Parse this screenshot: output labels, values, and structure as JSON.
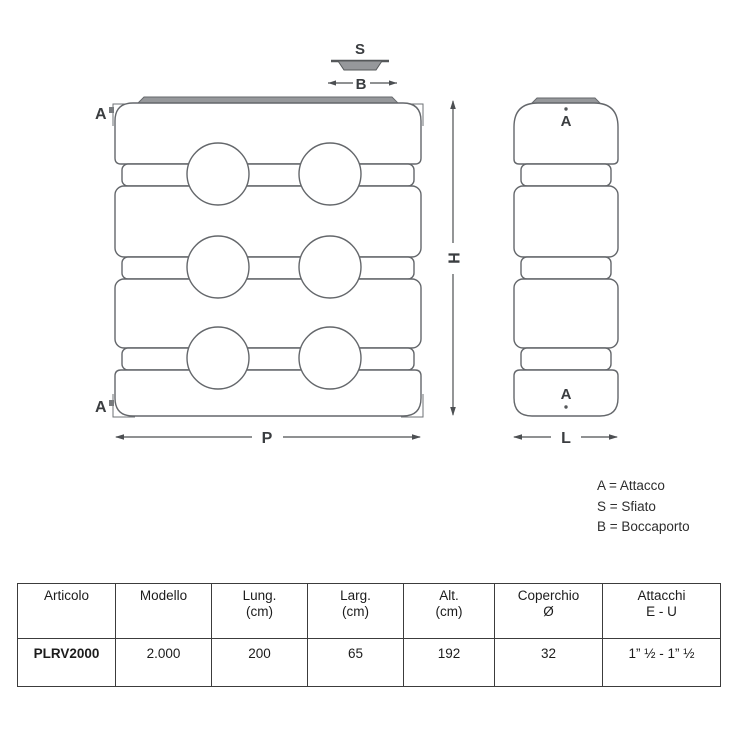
{
  "colors": {
    "line": "#64676b",
    "dim_line": "#4c4f52",
    "cap_fill": "#96989b",
    "table_border": "#3c3c3c",
    "text": "#222222"
  },
  "drawing": {
    "labels": {
      "a": "A",
      "s": "S",
      "b": "B",
      "h": "H",
      "p": "P",
      "l": "L"
    },
    "legend_lines": [
      "A = Attacco",
      "S = Sfiato",
      "B = Boccaporto"
    ]
  },
  "table": {
    "headers": [
      {
        "line1": "Articolo",
        "line2": ""
      },
      {
        "line1": "Modello",
        "line2": ""
      },
      {
        "line1": "Lung.",
        "line2": "(cm)"
      },
      {
        "line1": "Larg.",
        "line2": "(cm)"
      },
      {
        "line1": "Alt.",
        "line2": "(cm)"
      },
      {
        "line1": "Coperchio",
        "line2": "Ø"
      },
      {
        "line1": "Attacchi",
        "line2": "E - U"
      }
    ],
    "row": {
      "articolo": "PLRV2000",
      "modello": "2.000",
      "lung": "200",
      "larg": "65",
      "alt": "192",
      "coperchio": "32",
      "attacchi": "1” ½ - 1” ½"
    }
  }
}
